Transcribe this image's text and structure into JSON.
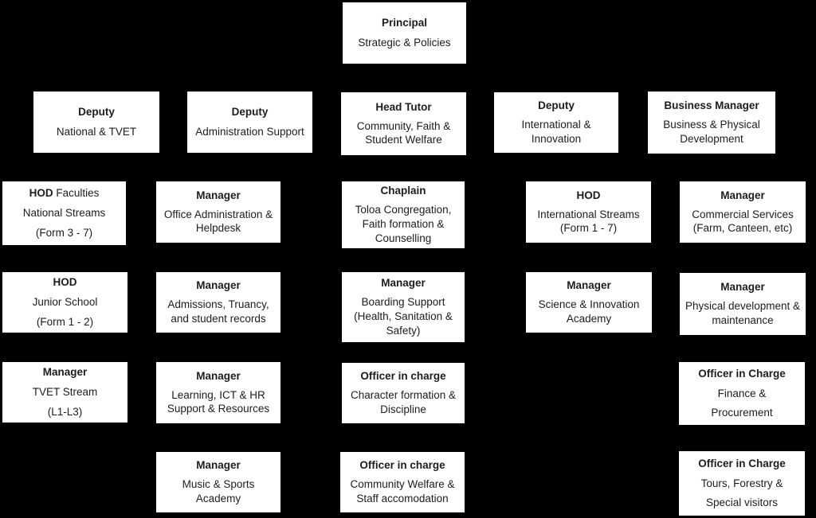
{
  "colors": {
    "background": "#000000",
    "box_fill": "#ffffff",
    "text": "#1d1d1d"
  },
  "org_chart": {
    "boxes": [
      {
        "name": "principal",
        "title": "Principal",
        "lines": [
          "Strategic & Policies"
        ]
      },
      {
        "name": "deputy-national-tvet",
        "title": "Deputy",
        "lines": [
          "National & TVET"
        ]
      },
      {
        "name": "deputy-administration-support",
        "title": "Deputy",
        "lines": [
          "Administration Support"
        ]
      },
      {
        "name": "head-tutor",
        "title": "Head Tutor",
        "lines": [
          "Community, Faith &",
          "Student Welfare"
        ]
      },
      {
        "name": "deputy-international-innovation",
        "title": "Deputy",
        "lines": [
          "International &",
          "Innovation"
        ]
      },
      {
        "name": "business-manager",
        "title": "Business Manager",
        "lines": [
          "Business & Physical",
          "Development"
        ]
      },
      {
        "name": "hod-faculties",
        "title": "HOD",
        "title_suffix": " Faculties",
        "lines": [
          "National Streams",
          "(Form 3 - 7)"
        ]
      },
      {
        "name": "manager-office-administration",
        "title": "Manager",
        "lines": [
          "Office Administration &",
          "Helpdesk"
        ]
      },
      {
        "name": "chaplain",
        "title": "Chaplain",
        "lines": [
          "Toloa Congregation,",
          "Faith formation &",
          "Counselling"
        ]
      },
      {
        "name": "hod-international-streams",
        "title": "HOD",
        "lines": [
          "International Streams",
          "(Form 1 - 7)"
        ]
      },
      {
        "name": "manager-commercial-services",
        "title": "Manager",
        "lines": [
          "Commercial Services",
          "(Farm, Canteen, etc)"
        ]
      },
      {
        "name": "hod-junior-school",
        "title": "HOD",
        "lines": [
          "Junior School",
          "(Form 1 - 2)"
        ]
      },
      {
        "name": "manager-admissions",
        "title": "Manager",
        "lines": [
          "Admissions, Truancy,",
          "and student records"
        ]
      },
      {
        "name": "manager-boarding-support",
        "title": "Manager",
        "lines": [
          "Boarding Support",
          "(Health, Sanitation &",
          "Safety)"
        ]
      },
      {
        "name": "manager-science-innovation",
        "title": "Manager",
        "lines": [
          "Science & Innovation",
          "Academy"
        ]
      },
      {
        "name": "manager-physical-development",
        "title": "Manager",
        "lines": [
          "Physical development &",
          "maintenance"
        ]
      },
      {
        "name": "manager-tvet-stream",
        "title": "Manager",
        "lines": [
          "TVET Stream",
          "(L1-L3)"
        ]
      },
      {
        "name": "manager-learning-ict-hr",
        "title": "Manager",
        "lines": [
          "Learning, ICT & HR",
          "Support & Resources"
        ]
      },
      {
        "name": "officer-character-discipline",
        "title": "Officer in charge",
        "lines": [
          "Character formation &",
          "Discipline"
        ]
      },
      {
        "name": "officer-finance-procurement",
        "title": "Officer in Charge",
        "lines": [
          "Finance &",
          "Procurement"
        ]
      },
      {
        "name": "manager-music-sports",
        "title": "Manager",
        "lines": [
          "Music & Sports",
          "Academy"
        ]
      },
      {
        "name": "officer-community-welfare",
        "title": "Officer in charge",
        "lines": [
          "Community Welfare &",
          "Staff accomodation"
        ]
      },
      {
        "name": "officer-tours-forestry",
        "title": "Officer in Charge",
        "lines": [
          "Tours, Forestry &",
          "Special visitors"
        ]
      }
    ]
  }
}
